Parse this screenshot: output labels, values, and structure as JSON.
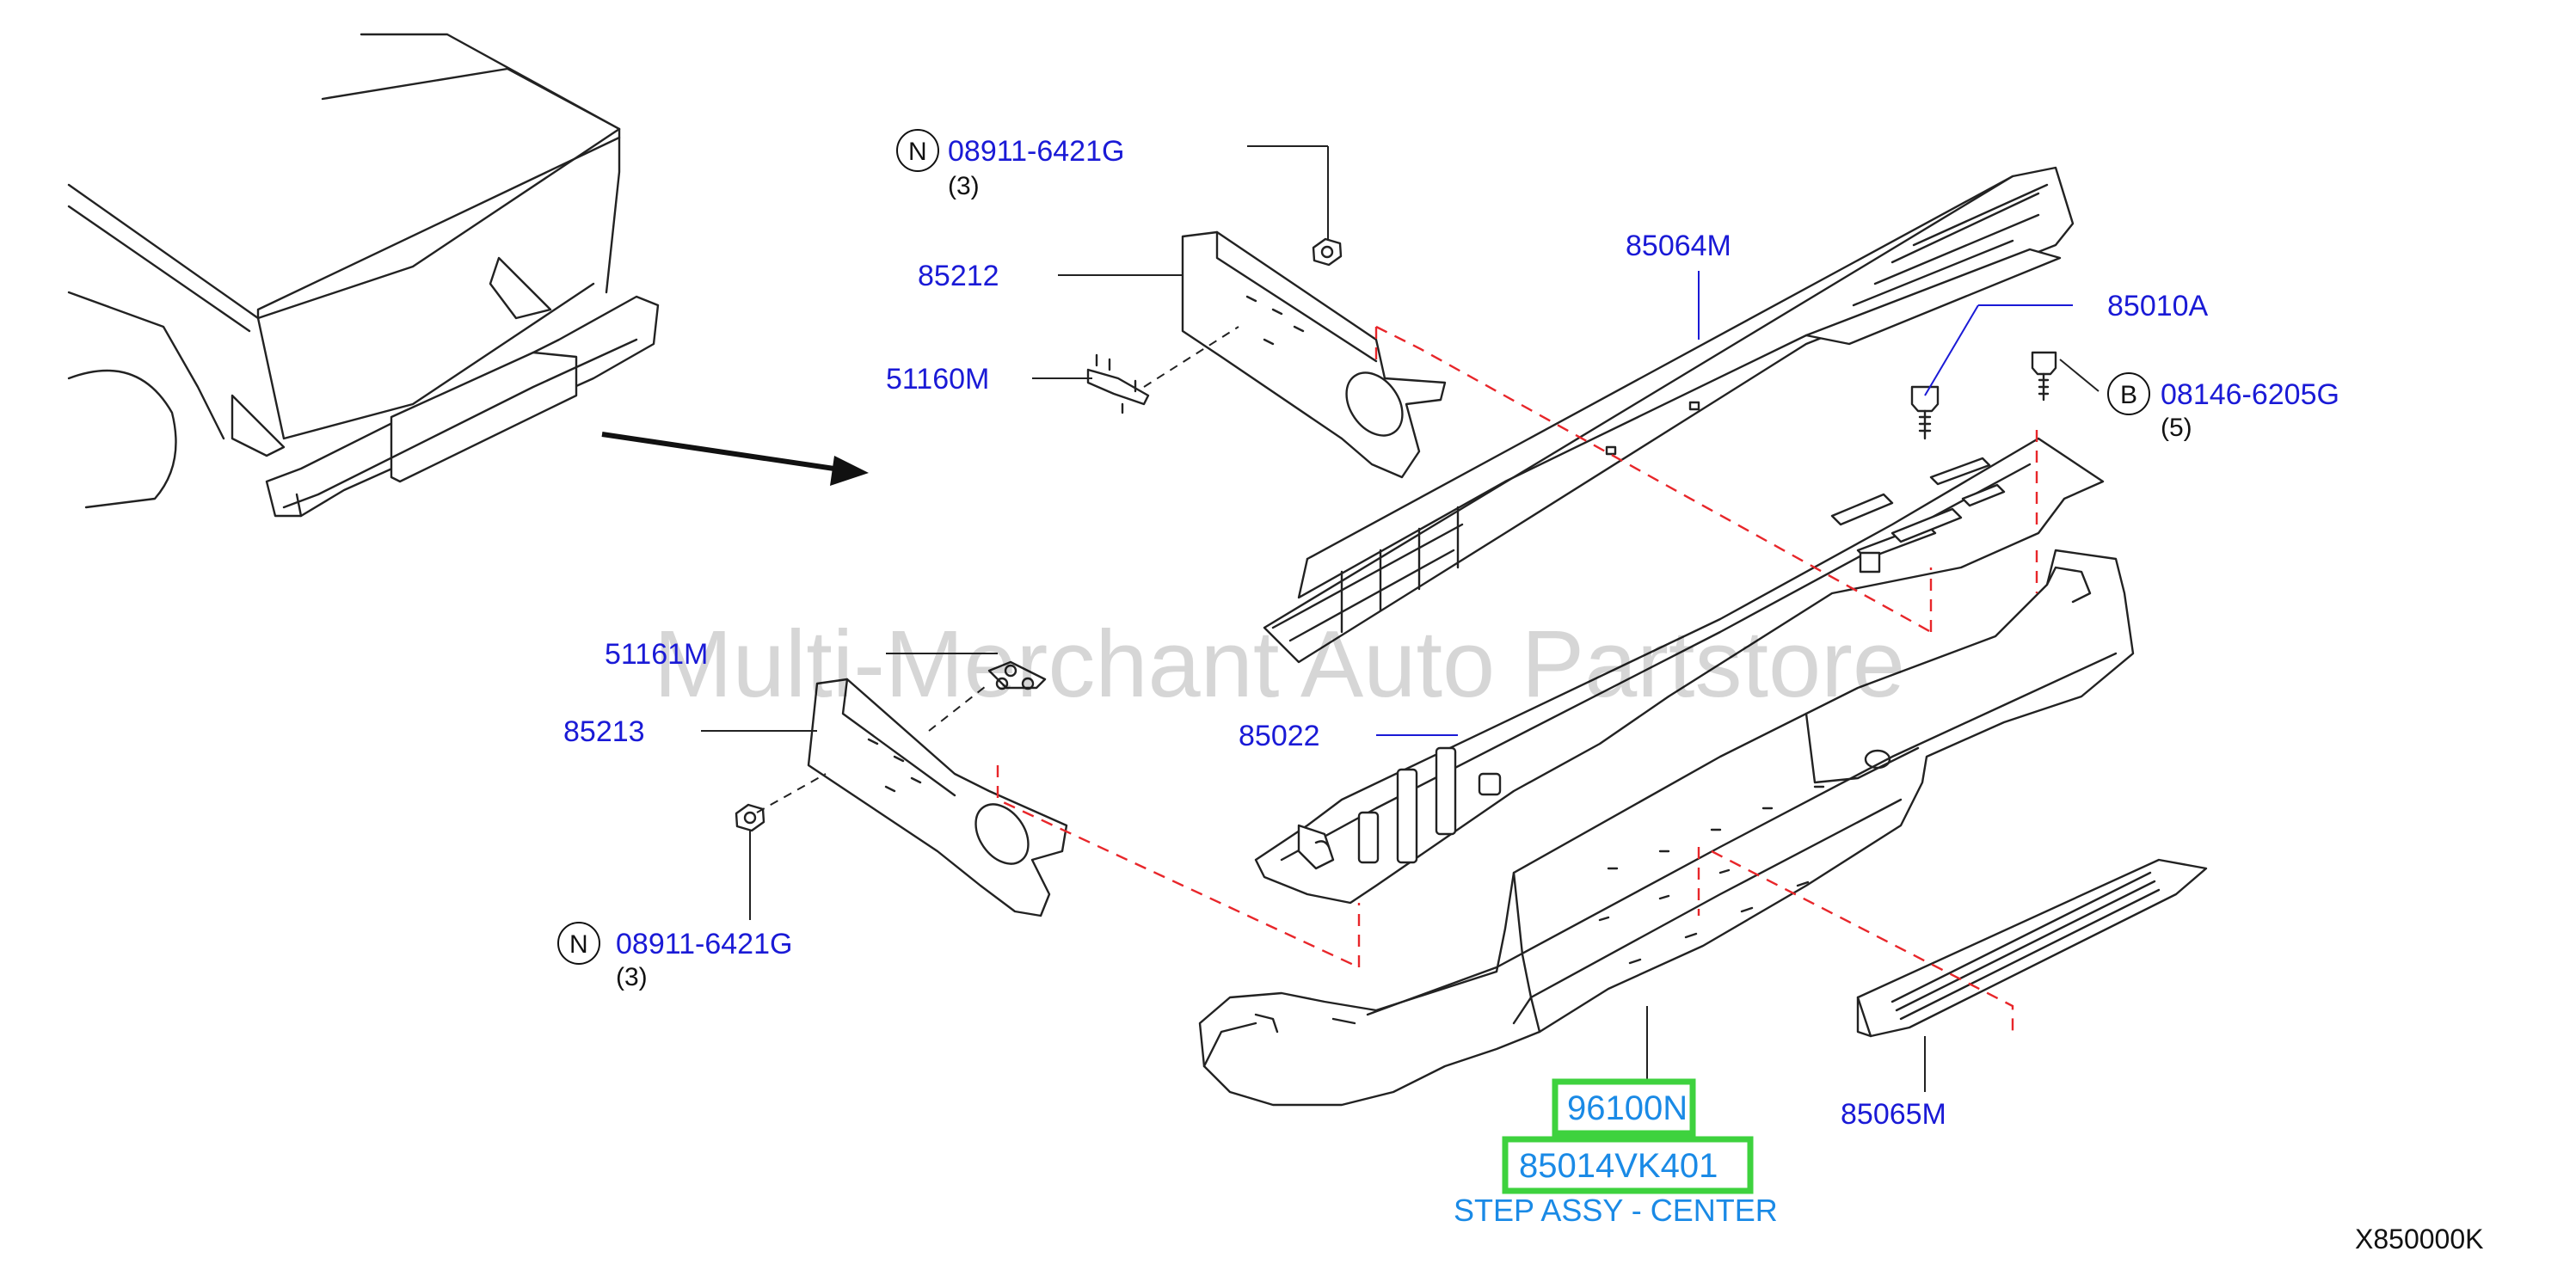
{
  "parts": {
    "p08911_top": "08911-6421G",
    "p08911_top_qty": "(3)",
    "p85212": "85212",
    "p51160M": "51160M",
    "p85064M": "85064M",
    "p85010A": "85010A",
    "p08146": "08146-6205G",
    "p08146_qty": "(5)",
    "p51161M": "51161M",
    "p85213": "85213",
    "p85022": "85022",
    "p08911_bottom": "08911-6421G",
    "p08911_bottom_qty": "(3)",
    "p96100N": "96100N",
    "p85014VK401": "85014VK401",
    "p85065M": "85065M"
  },
  "markers": {
    "n": "N",
    "b": "B"
  },
  "description": "STEP ASSY - CENTER",
  "diagram_code": "X850000K",
  "watermark": "Multi-Merchant Auto Partstore",
  "colors": {
    "part_number": "#1a1ad6",
    "description": "#1a8ae6",
    "highlight": "#3ed23e",
    "alignment_dash": "#e8262a"
  }
}
